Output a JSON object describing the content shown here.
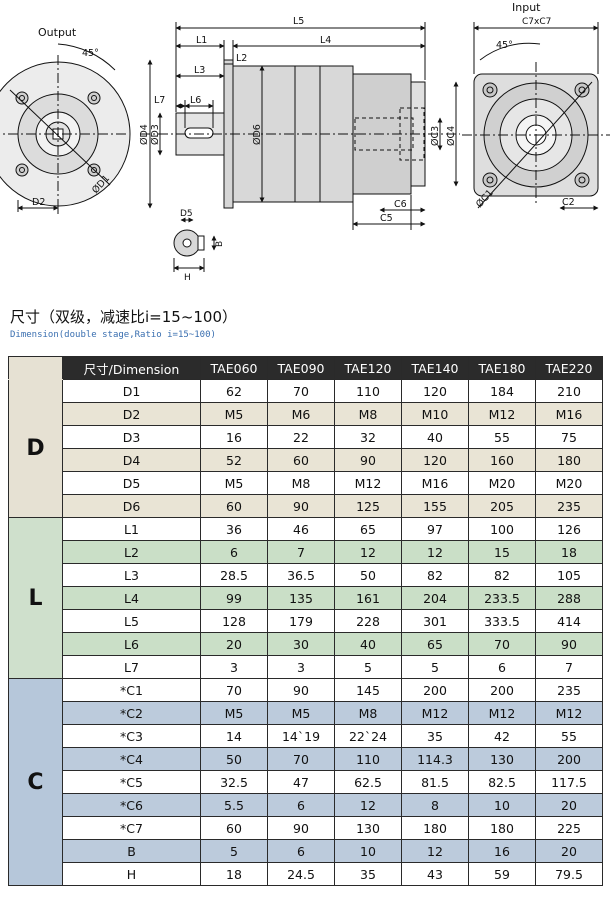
{
  "drawing": {
    "labels": {
      "output": "Output",
      "input": "Input",
      "c7xc7": "C7xC7",
      "angle_left": "45°",
      "angle_right": "45°",
      "L5": "L5",
      "L1": "L1",
      "L4": "L4",
      "L3": "L3",
      "L2": "L2",
      "L7": "L7",
      "L6": "L6",
      "D4": "ØD4",
      "D3": "ØD3",
      "D6": "ØD6",
      "C3": "ØC3",
      "C4": "ØC4",
      "C6": "C6",
      "C5": "C5",
      "D2": "D2",
      "D1": "ØD1",
      "C1": "ØC1",
      "C2": "C2",
      "D5": "D5",
      "B": "B",
      "H": "H"
    }
  },
  "title_cn": "尺寸（双级，减速比i=15~100）",
  "title_en": "Dimension(double stage,Ratio i=15~100)",
  "table": {
    "header": [
      "尺寸/Dimension",
      "TAE060",
      "TAE090",
      "TAE120",
      "TAE140",
      "TAE180",
      "TAE220"
    ],
    "groups": [
      {
        "label": "D",
        "key": "d",
        "rows": [
          [
            "D1",
            "62",
            "70",
            "110",
            "120",
            "184",
            "210"
          ],
          [
            "D2",
            "M5",
            "M6",
            "M8",
            "M10",
            "M12",
            "M16"
          ],
          [
            "D3",
            "16",
            "22",
            "32",
            "40",
            "55",
            "75"
          ],
          [
            "D4",
            "52",
            "60",
            "90",
            "120",
            "160",
            "180"
          ],
          [
            "D5",
            "M5",
            "M8",
            "M12",
            "M16",
            "M20",
            "M20"
          ],
          [
            "D6",
            "60",
            "90",
            "125",
            "155",
            "205",
            "235"
          ]
        ]
      },
      {
        "label": "L",
        "key": "l",
        "rows": [
          [
            "L1",
            "36",
            "46",
            "65",
            "97",
            "100",
            "126"
          ],
          [
            "L2",
            "6",
            "7",
            "12",
            "12",
            "15",
            "18"
          ],
          [
            "L3",
            "28.5",
            "36.5",
            "50",
            "82",
            "82",
            "105"
          ],
          [
            "L4",
            "99",
            "135",
            "161",
            "204",
            "233.5",
            "288"
          ],
          [
            "L5",
            "128",
            "179",
            "228",
            "301",
            "333.5",
            "414"
          ],
          [
            "L6",
            "20",
            "30",
            "40",
            "65",
            "70",
            "90"
          ],
          [
            "L7",
            "3",
            "3",
            "5",
            "5",
            "6",
            "7"
          ]
        ]
      },
      {
        "label": "C",
        "key": "c",
        "rows": [
          [
            "*C1",
            "70",
            "90",
            "145",
            "200",
            "200",
            "235"
          ],
          [
            "*C2",
            "M5",
            "M5",
            "M8",
            "M12",
            "M12",
            "M12"
          ],
          [
            "*C3",
            "14",
            "14`19",
            "22`24",
            "35",
            "42",
            "55"
          ],
          [
            "*C4",
            "50",
            "70",
            "110",
            "114.3",
            "130",
            "200"
          ],
          [
            "*C5",
            "32.5",
            "47",
            "62.5",
            "81.5",
            "82.5",
            "117.5"
          ],
          [
            "*C6",
            "5.5",
            "6",
            "12",
            "8",
            "10",
            "20"
          ],
          [
            "*C7",
            "60",
            "90",
            "130",
            "180",
            "180",
            "225"
          ],
          [
            "B",
            "5",
            "6",
            "10",
            "12",
            "16",
            "20"
          ],
          [
            "H",
            "18",
            "24.5",
            "35",
            "43",
            "59",
            "79.5"
          ]
        ]
      }
    ]
  }
}
